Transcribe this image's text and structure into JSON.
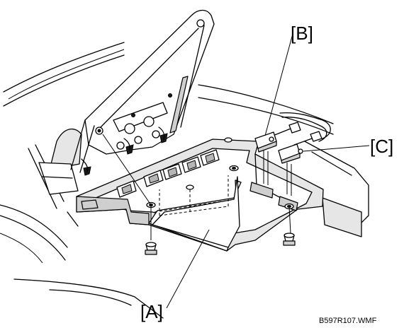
{
  "labels": {
    "a": "[A]",
    "b": "[B]",
    "c": "[C]"
  },
  "figure_id": "B597R107.WMF"
}
